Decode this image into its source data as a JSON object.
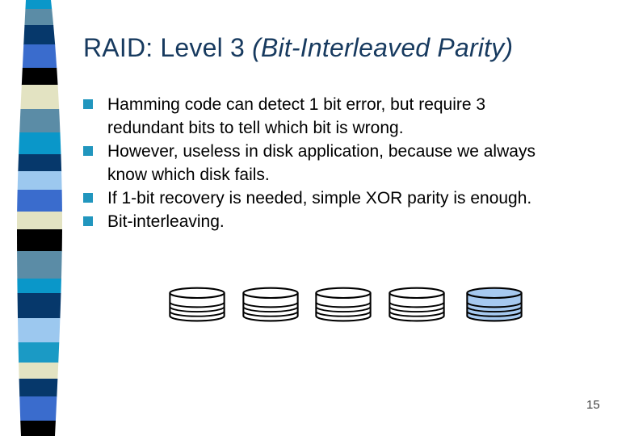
{
  "slide": {
    "title": {
      "main": "RAID: Level 3 ",
      "emphasis": "(Bit-Interleaved Parity)"
    },
    "page_number": "15"
  },
  "bullets": {
    "marker": "square",
    "marker_color": "#2196be",
    "items": [
      {
        "text": "Hamming code can detect 1 bit error, but require 3\nredundant bits to tell which bit is wrong."
      },
      {
        "text": "However, useless in disk application, because we always\nknow which disk fails."
      },
      {
        "text": "If 1-bit recovery is needed, simple XOR parity is enough."
      },
      {
        "text": "Bit-interleaving."
      }
    ]
  },
  "diagram": {
    "outline_color": "#000000",
    "disks": [
      {
        "name": "disk-1",
        "fill": "#ffffff"
      },
      {
        "name": "disk-2",
        "fill": "#ffffff"
      },
      {
        "name": "disk-3",
        "fill": "#ffffff"
      },
      {
        "name": "disk-4",
        "fill": "#ffffff"
      },
      {
        "name": "parity-disk",
        "fill": "#a6c9f0",
        "highlighted": true
      }
    ],
    "gaps": [
      19,
      18,
      19,
      24,
      0
    ]
  },
  "ribbon": {
    "bands": [
      {
        "h": 11,
        "color": "#0a97c9"
      },
      {
        "h": 20,
        "color": "#5b8ca6"
      },
      {
        "h": 24,
        "color": "#06386b"
      },
      {
        "h": 29,
        "color": "#3a6ccd"
      },
      {
        "h": 21,
        "color": "#000000"
      },
      {
        "h": 30,
        "color": "#e3e3c2"
      },
      {
        "h": 29,
        "color": "#5b8ca6"
      },
      {
        "h": 27,
        "color": "#0a97c9"
      },
      {
        "h": 21,
        "color": "#06386b"
      },
      {
        "h": 23,
        "color": "#9cc8ef"
      },
      {
        "h": 27,
        "color": "#3a6ccd"
      },
      {
        "h": 22,
        "color": "#e3e3c2"
      },
      {
        "h": 27,
        "color": "#000000"
      },
      {
        "h": 34,
        "color": "#5b8ca6"
      },
      {
        "h": 18,
        "color": "#0a97c9"
      },
      {
        "h": 31,
        "color": "#06386b"
      },
      {
        "h": 30,
        "color": "#9cc8ef"
      },
      {
        "h": 25,
        "color": "#1b9ac5"
      },
      {
        "h": 20,
        "color": "#e3e3c2"
      },
      {
        "h": 22,
        "color": "#06386b"
      },
      {
        "h": 30,
        "color": "#3a6ccd"
      },
      {
        "h": 19,
        "color": "#000000"
      }
    ]
  },
  "colors": {
    "background": "#ffffff",
    "title_text": "#173a5f",
    "body_text": "#000000",
    "bullet_accent": "#2196be",
    "parity_disk_fill": "#a6c9f0",
    "page_number_text": "#404040"
  }
}
